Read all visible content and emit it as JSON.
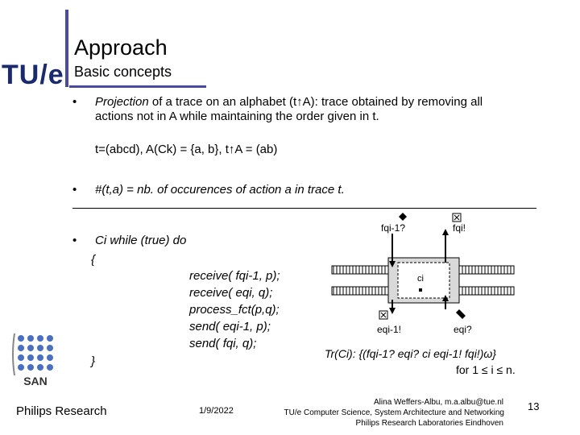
{
  "header": {
    "logo_text": "TU/e",
    "title": "Approach",
    "subtitle": "Basic concepts"
  },
  "bullets": {
    "b1_bold": "Projection",
    "b1_text1": " of a trace on an alphabet (t↑A): trace obtained by removing all",
    "b1_text2": "actions not in A while maintaining the order given in t.",
    "example": "t=(abcd), A(Ck) = {a, b}, t↑A = (ab)",
    "b2": "#(t,a) = nb. of occurences of action a in trace t.",
    "b3": "Ci while (true) do"
  },
  "code": {
    "open": "{",
    "l1": "receive( fqi-1, p);",
    "l2": "receive( eqi, q);",
    "l3": "process_fct(p,q);",
    "l4": "send( eqi-1, p);",
    "l5": "send( fqi, q);",
    "close": "}"
  },
  "diagram": {
    "fq_in": "fqi-1?",
    "fq_out": "fqi!",
    "node": "ci",
    "eq_out": "eqi-1!",
    "eq_in": "eqi?",
    "trace": "Tr(Ci): {(fqi-1? eqi? ci eqi-1! fqi!)ω}",
    "range": "for 1 ≤ i ≤ n."
  },
  "footer": {
    "company": "Philips Research",
    "date": "1/9/2022",
    "author": "Alina Weffers-Albu, m.a.albu@tue.nl",
    "dept": "TU/e Computer Science, System Architecture and Networking",
    "lab": "Philips Research Laboratories Eindhoven",
    "page": "13",
    "san_logo": "SAN"
  }
}
